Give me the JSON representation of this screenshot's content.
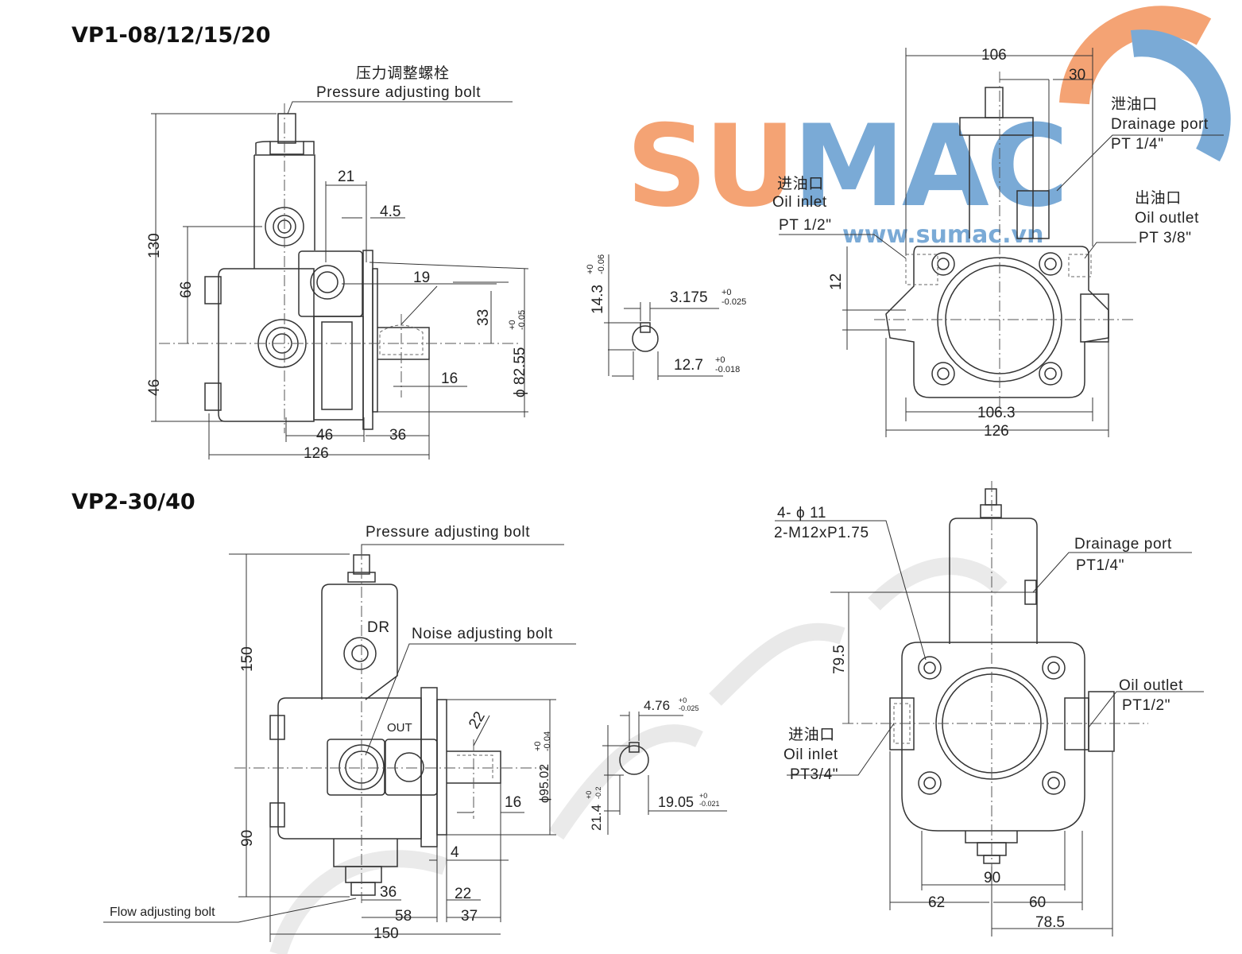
{
  "sections": {
    "vp1": {
      "title": "VP1-08/12/15/20",
      "labels": {
        "pressure_bolt_cn": "压力调整螺栓",
        "pressure_bolt_en": "Pressure adjusting bolt",
        "drain_cn": "泄油口",
        "drain_en": "Drainage port",
        "drain_size": "PT 1/4\"",
        "inlet_cn": "进油口",
        "inlet_en": "Oil inlet",
        "inlet_size": "PT 1/2\"",
        "outlet_cn": "出油口",
        "outlet_en": "Oil outlet",
        "outlet_size": "PT 3/8\""
      },
      "dims": {
        "d130": "130",
        "d66": "66",
        "d46v": "46",
        "d21": "21",
        "d4_5": "4.5",
        "d19": "19",
        "d33": "33",
        "d82_55": "ϕ 82.55",
        "d82_55_tol_hi": "+0",
        "d82_55_tol_lo": "-0.05",
        "d16": "16",
        "d46h": "46",
        "d36": "36",
        "d126": "126",
        "d14_3": "14.3",
        "d14_3_tol_hi": "+0",
        "d14_3_tol_lo": "-0.06",
        "d3_175": "3.175",
        "d3_175_tol_hi": "+0",
        "d3_175_tol_lo": "-0.025",
        "d12_7": "12.7",
        "d12_7_tol_hi": "+0",
        "d12_7_tol_lo": "-0.018",
        "d106": "106",
        "d30": "30",
        "d12": "12",
        "d106_3": "106.3",
        "d126b": "126"
      }
    },
    "vp2": {
      "title": "VP2-30/40",
      "labels": {
        "pressure_bolt_en": "Pressure adjusting bolt",
        "dr": "DR",
        "noise_bolt": "Noise adjusting bolt",
        "out": "OUT",
        "flow_bolt": "Flow adjusting bolt",
        "holes": "4- ϕ 11",
        "thread": "2-M12xP1.75",
        "drain_en": "Drainage port",
        "drain_size": "PT1/4\"",
        "inlet_cn": "进油口",
        "inlet_en": "Oil inlet",
        "inlet_size": "PT3/4\"",
        "outlet_en": "Oil outlet",
        "outlet_size": "PT1/2\""
      },
      "dims": {
        "d150v": "150",
        "d90v": "90",
        "d22a": "22",
        "d95_02": "ϕ95.02",
        "d95_02_tol_hi": "+0",
        "d95_02_tol_lo": "-0.04",
        "d16": "16",
        "d4": "4",
        "d36": "36",
        "d22b": "22",
        "d58": "58",
        "d37": "37",
        "d150h": "150",
        "d4_76": "4.76",
        "d4_76_tol_hi": "+0",
        "d4_76_tol_lo": "-0.025",
        "d21_4": "21.4",
        "d21_4_tol_hi": "+0",
        "d21_4_tol_lo": "-0.2",
        "d19_05": "19.05",
        "d19_05_tol_hi": "+0",
        "d19_05_tol_lo": "-0.021",
        "d79_5": "79.5",
        "d90h": "90",
        "d62": "62",
        "d60": "60",
        "d78_5": "78.5"
      }
    }
  },
  "watermark": {
    "brand": "SUMAC",
    "brand_su": "SU",
    "brand_mac": "MAC",
    "url": "www.sumac.vn",
    "colors": {
      "orange": "#f4a374",
      "blue": "#7aaad6"
    }
  }
}
